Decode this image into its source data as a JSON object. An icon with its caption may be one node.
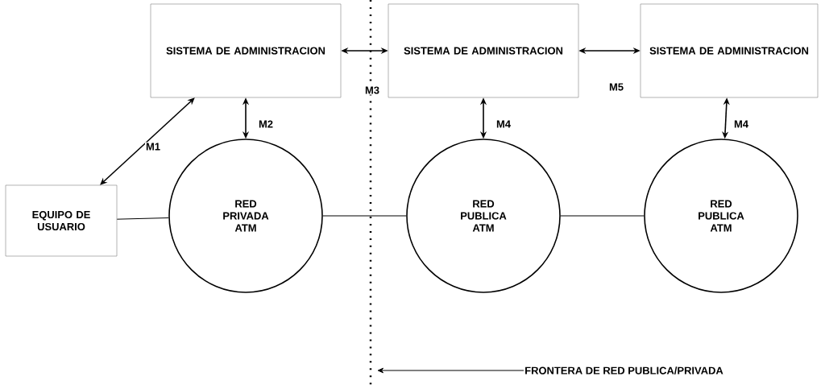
{
  "diagram": {
    "nodes": [
      {
        "text": [
          "SISTEMA DE ADMINISTRACION"
        ]
      },
      {
        "text": [
          "SISTEMA DE ADMINISTRACION"
        ]
      },
      {
        "text": [
          "SISTEMA DE ADMINISTRACION"
        ]
      },
      {
        "text": [
          "EQUIPO DE USUARIO"
        ]
      },
      {
        "text": [
          "RED PRIVADA ATM"
        ]
      },
      {
        "text": [
          "RED PUBLICA ATM"
        ]
      },
      {
        "text": [
          "RED PUBLICA ATM"
        ]
      },
      {
        "text": [
          "FRONTERA DE RED PUBLICA/PRIVADA"
        ]
      }
    ],
    "edges": [
      {
        "from": 3,
        "to": 0,
        "arrow": "both",
        "label": "M1"
      },
      {
        "from": 0,
        "to": 4,
        "arrow": "both",
        "label": "M2"
      },
      {
        "from": 0,
        "to": 1,
        "arrow": "both",
        "label": "M3"
      },
      {
        "from": 1,
        "to": 5,
        "arrow": "both",
        "label": "M4"
      },
      {
        "from": 1,
        "to": 2,
        "arrow": "both",
        "label": "M5"
      },
      {
        "from": 2,
        "to": 6,
        "arrow": "both",
        "label": "M4"
      },
      {
        "from": 3,
        "to": 4,
        "arrow": "none"
      },
      {
        "from": 4,
        "to": 5,
        "arrow": "none"
      },
      {
        "from": 5,
        "to": 6,
        "arrow": "none"
      },
      {
        "from": 7,
        "to": null,
        "arrow": "to"
      }
    ]
  }
}
